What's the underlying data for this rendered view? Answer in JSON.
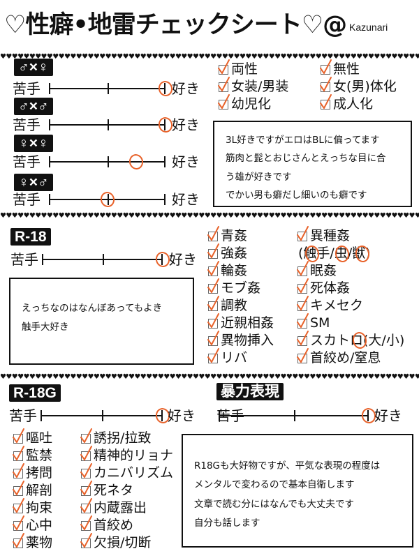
{
  "header": {
    "title": "♡性癖•地雷チェックシート♡@",
    "author": "Kazunari"
  },
  "accent_color": "#e8622a",
  "scale_labels": {
    "low": "苦手",
    "high": "好き"
  },
  "pairings": [
    {
      "label": "♂×♀",
      "rating": 1.0
    },
    {
      "label": "♂×♂",
      "rating": 1.0
    },
    {
      "label": "♀×♀",
      "rating": 0.75
    },
    {
      "label": "♀×♂",
      "rating": 0.5
    }
  ],
  "general_checklist": {
    "col1": [
      {
        "label": "両性",
        "checked": true
      },
      {
        "label": "女装/男装",
        "checked": true
      },
      {
        "label": "幼児化",
        "checked": true
      }
    ],
    "col2": [
      {
        "label": "無性",
        "checked": true
      },
      {
        "label": "女(男)体化",
        "checked": true
      },
      {
        "label": "成人化",
        "checked": true
      }
    ]
  },
  "general_comment": [
    "3L好きですがエロはBLに偏ってます",
    "筋肉と髭とおじさんとえっちな目に合",
    "う雄が好きです",
    "でかい男も癖だし細いのも癖です"
  ],
  "r18": {
    "label": "R-18",
    "rating": 1.0,
    "comment": [
      "えっちなのはなんぼあってもよき",
      "触手大好き"
    ],
    "col1": [
      {
        "label": "青姦",
        "checked": true
      },
      {
        "label": "強姦",
        "checked": true
      },
      {
        "label": "輪姦",
        "checked": true
      },
      {
        "label": "モブ姦",
        "checked": true
      },
      {
        "label": "調教",
        "checked": true
      },
      {
        "label": "近親相姦",
        "checked": true
      },
      {
        "label": "異物挿入",
        "checked": true
      },
      {
        "label": "リバ",
        "checked": true
      }
    ],
    "col2": [
      {
        "label": "異種姦",
        "checked": true
      },
      {
        "label": "(触手/虫/獣)",
        "sub": true,
        "circled": [
          "触手",
          "虫",
          "獣"
        ]
      },
      {
        "label": "眠姦",
        "checked": true
      },
      {
        "label": "死体姦",
        "checked": true
      },
      {
        "label": "キメセク",
        "checked": true
      },
      {
        "label": "SM",
        "checked": true
      },
      {
        "label": "スカトロ(大/小)",
        "checked": true,
        "circled": [
          "大"
        ]
      },
      {
        "label": "首絞め/窒息",
        "checked": true
      }
    ]
  },
  "r18g": {
    "label": "R-18G",
    "rating": 1.0,
    "col1": [
      {
        "label": "嘔吐",
        "checked": true
      },
      {
        "label": "監禁",
        "checked": true
      },
      {
        "label": "拷問",
        "checked": true
      },
      {
        "label": "解剖",
        "checked": true
      },
      {
        "label": "拘束",
        "checked": true
      },
      {
        "label": "心中",
        "checked": true
      },
      {
        "label": "薬物",
        "checked": true
      }
    ],
    "col2": [
      {
        "label": "誘拐/拉致",
        "checked": true
      },
      {
        "label": "精神的リョナ",
        "checked": true
      },
      {
        "label": "カニバリズム",
        "checked": true
      },
      {
        "label": "死ネタ",
        "checked": true
      },
      {
        "label": "内蔵露出",
        "checked": true
      },
      {
        "label": "首絞め",
        "checked": true
      },
      {
        "label": "欠損/切断",
        "checked": true
      }
    ]
  },
  "violence": {
    "label": "暴力表現",
    "rating": 1.0,
    "comment": [
      "R18Gも大好物ですが、平気な表現の程度は",
      "メンタルで変わるので基本自衛します",
      "文章で読む分にはなんでも大丈夫です",
      "自分も話します"
    ]
  }
}
